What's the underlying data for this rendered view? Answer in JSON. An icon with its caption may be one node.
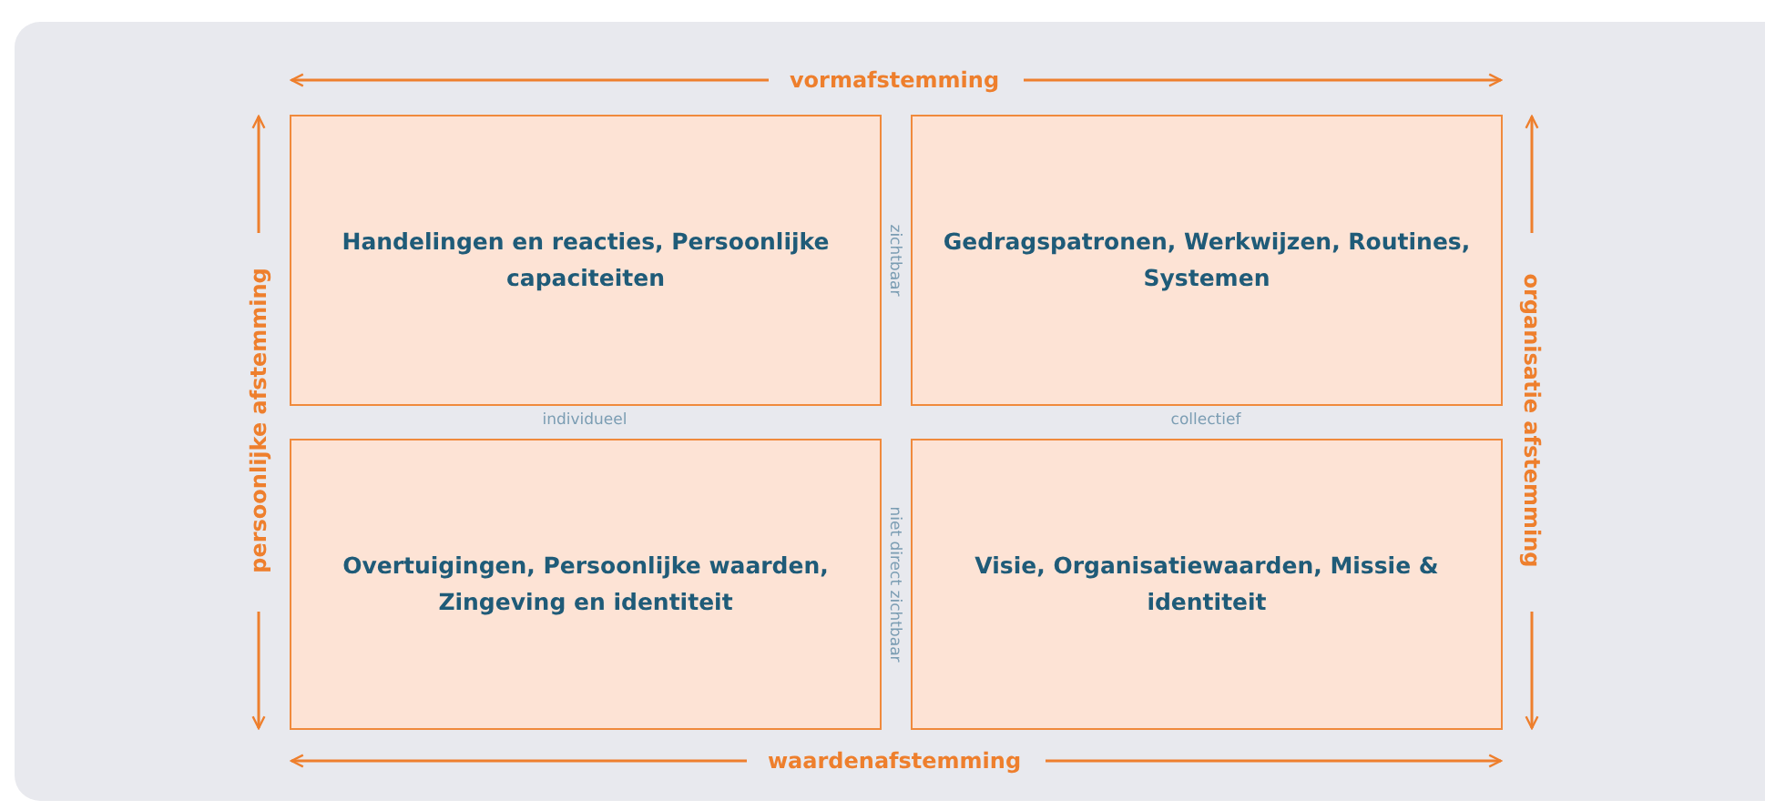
{
  "diagram": {
    "nodes": [
      {
        "text": [
          "Handelingen en reacties, Persoonlijke capaciteiten"
        ]
      },
      {
        "text": [
          "Gedragspatronen, Werkwijzen, Routines, Systemen"
        ]
      },
      {
        "text": [
          "Overtuigingen, Persoonlijke waarden, Zingeving en identiteit"
        ]
      },
      {
        "text": [
          "Visie, Organisatiewaarden, Missie & identiteit"
        ]
      }
    ],
    "edges": [],
    "labels": [
      "vormafstemming",
      "persoonlijke afstemming",
      "zichtbaar",
      "organisatie afstemming",
      "individueel",
      "collectief",
      "niet direct zichtbaar",
      "waardenafstemming"
    ]
  }
}
